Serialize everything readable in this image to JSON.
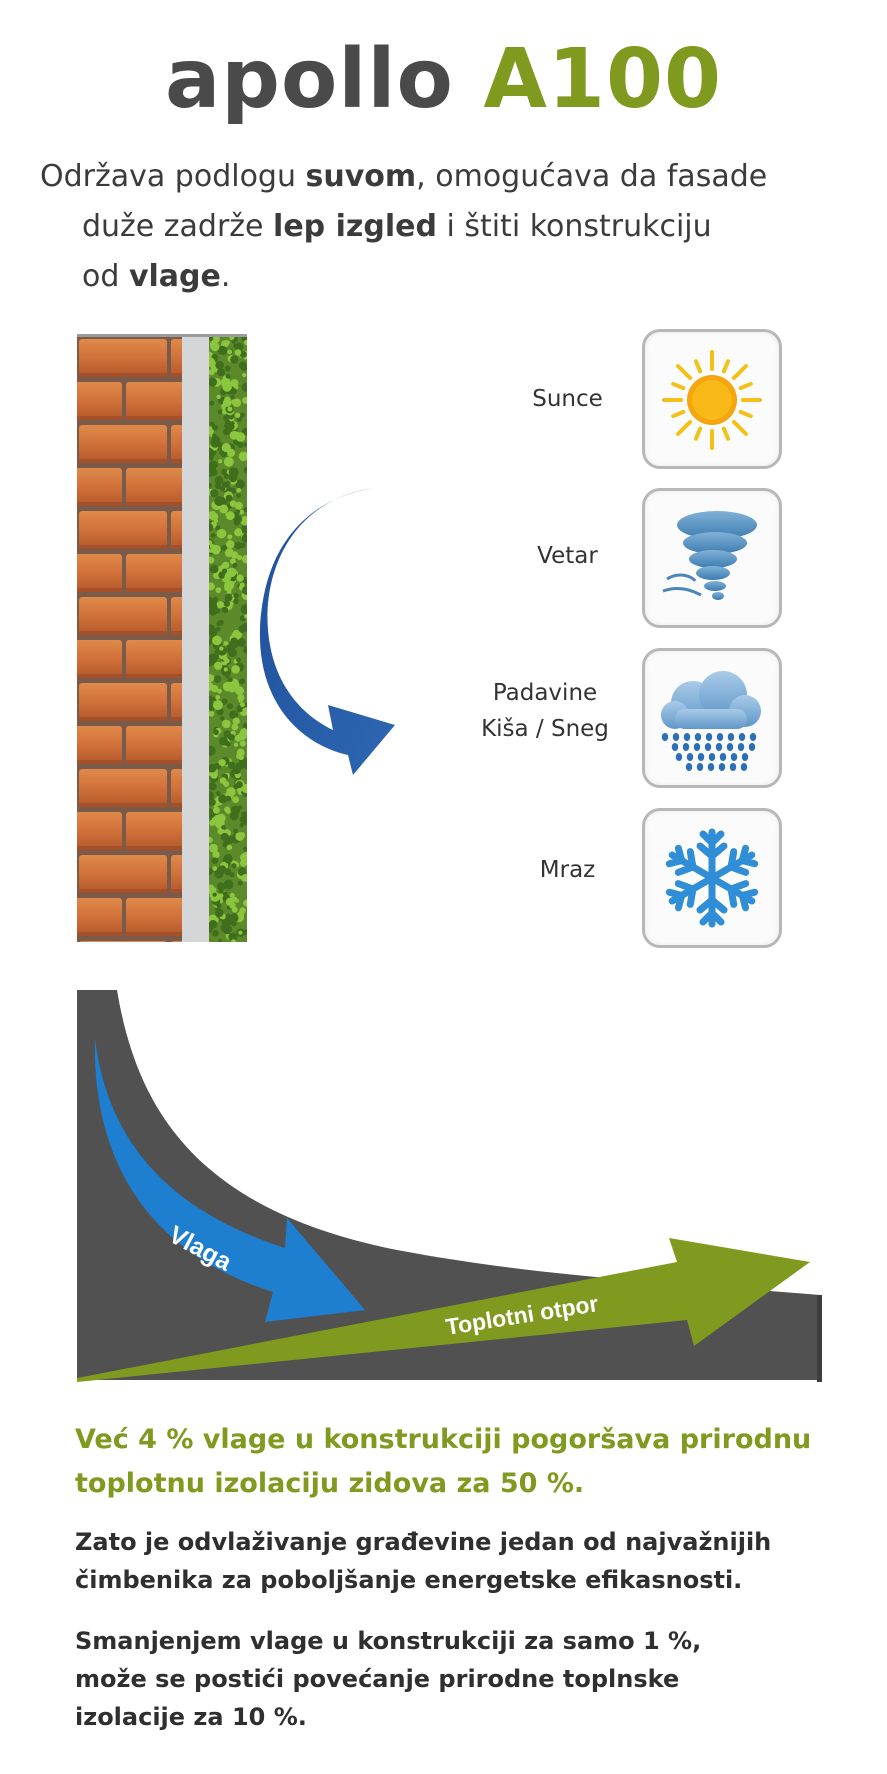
{
  "title": {
    "part1": "apollo",
    "part2": "A100"
  },
  "intro": {
    "line1_a": "Održava podlogu ",
    "line1_b": "suvom",
    "line1_c": ", omogućava da fasade",
    "line2_a": "duže zadrže ",
    "line2_b": "lep izgled",
    "line2_c": " i štiti konstrukciju",
    "line3_a": "od ",
    "line3_b": "vlage",
    "line3_c": "."
  },
  "weather": [
    {
      "label": "Sunce",
      "icon": "sun-icon"
    },
    {
      "label": "Vetar",
      "icon": "wind-icon"
    },
    {
      "label_line1": "Padavine",
      "label_line2": "Kiša / Sneg",
      "icon": "rain-cloud-icon"
    },
    {
      "label": "Mraz",
      "icon": "snowflake-icon"
    }
  ],
  "graph": {
    "moisture_label": "Vlaga",
    "thermal_label": "Toplotni otpor"
  },
  "colors": {
    "green": "#7f9a1f",
    "blue": "#1e7fd0",
    "dark": "#4a4a4a",
    "brick": "#c9642a"
  },
  "text": {
    "green_line1": "Već 4 % vlage u konstrukciji pogoršava prirodnu",
    "green_line2": "toplotnu izolaciju zidova za 50 %.",
    "p1_line1": "Zato je odvlaživanje građevine jedan od najvažnijih",
    "p1_line2": "čimbenika za poboljšanje energetske efikasnosti.",
    "p2_line1": "Smanjenjem vlage u konstrukciji za samo 1 %,",
    "p2_line2": "može se postići povećanje prirodne toplnske",
    "p2_line3": "izolacije za 10 %."
  }
}
